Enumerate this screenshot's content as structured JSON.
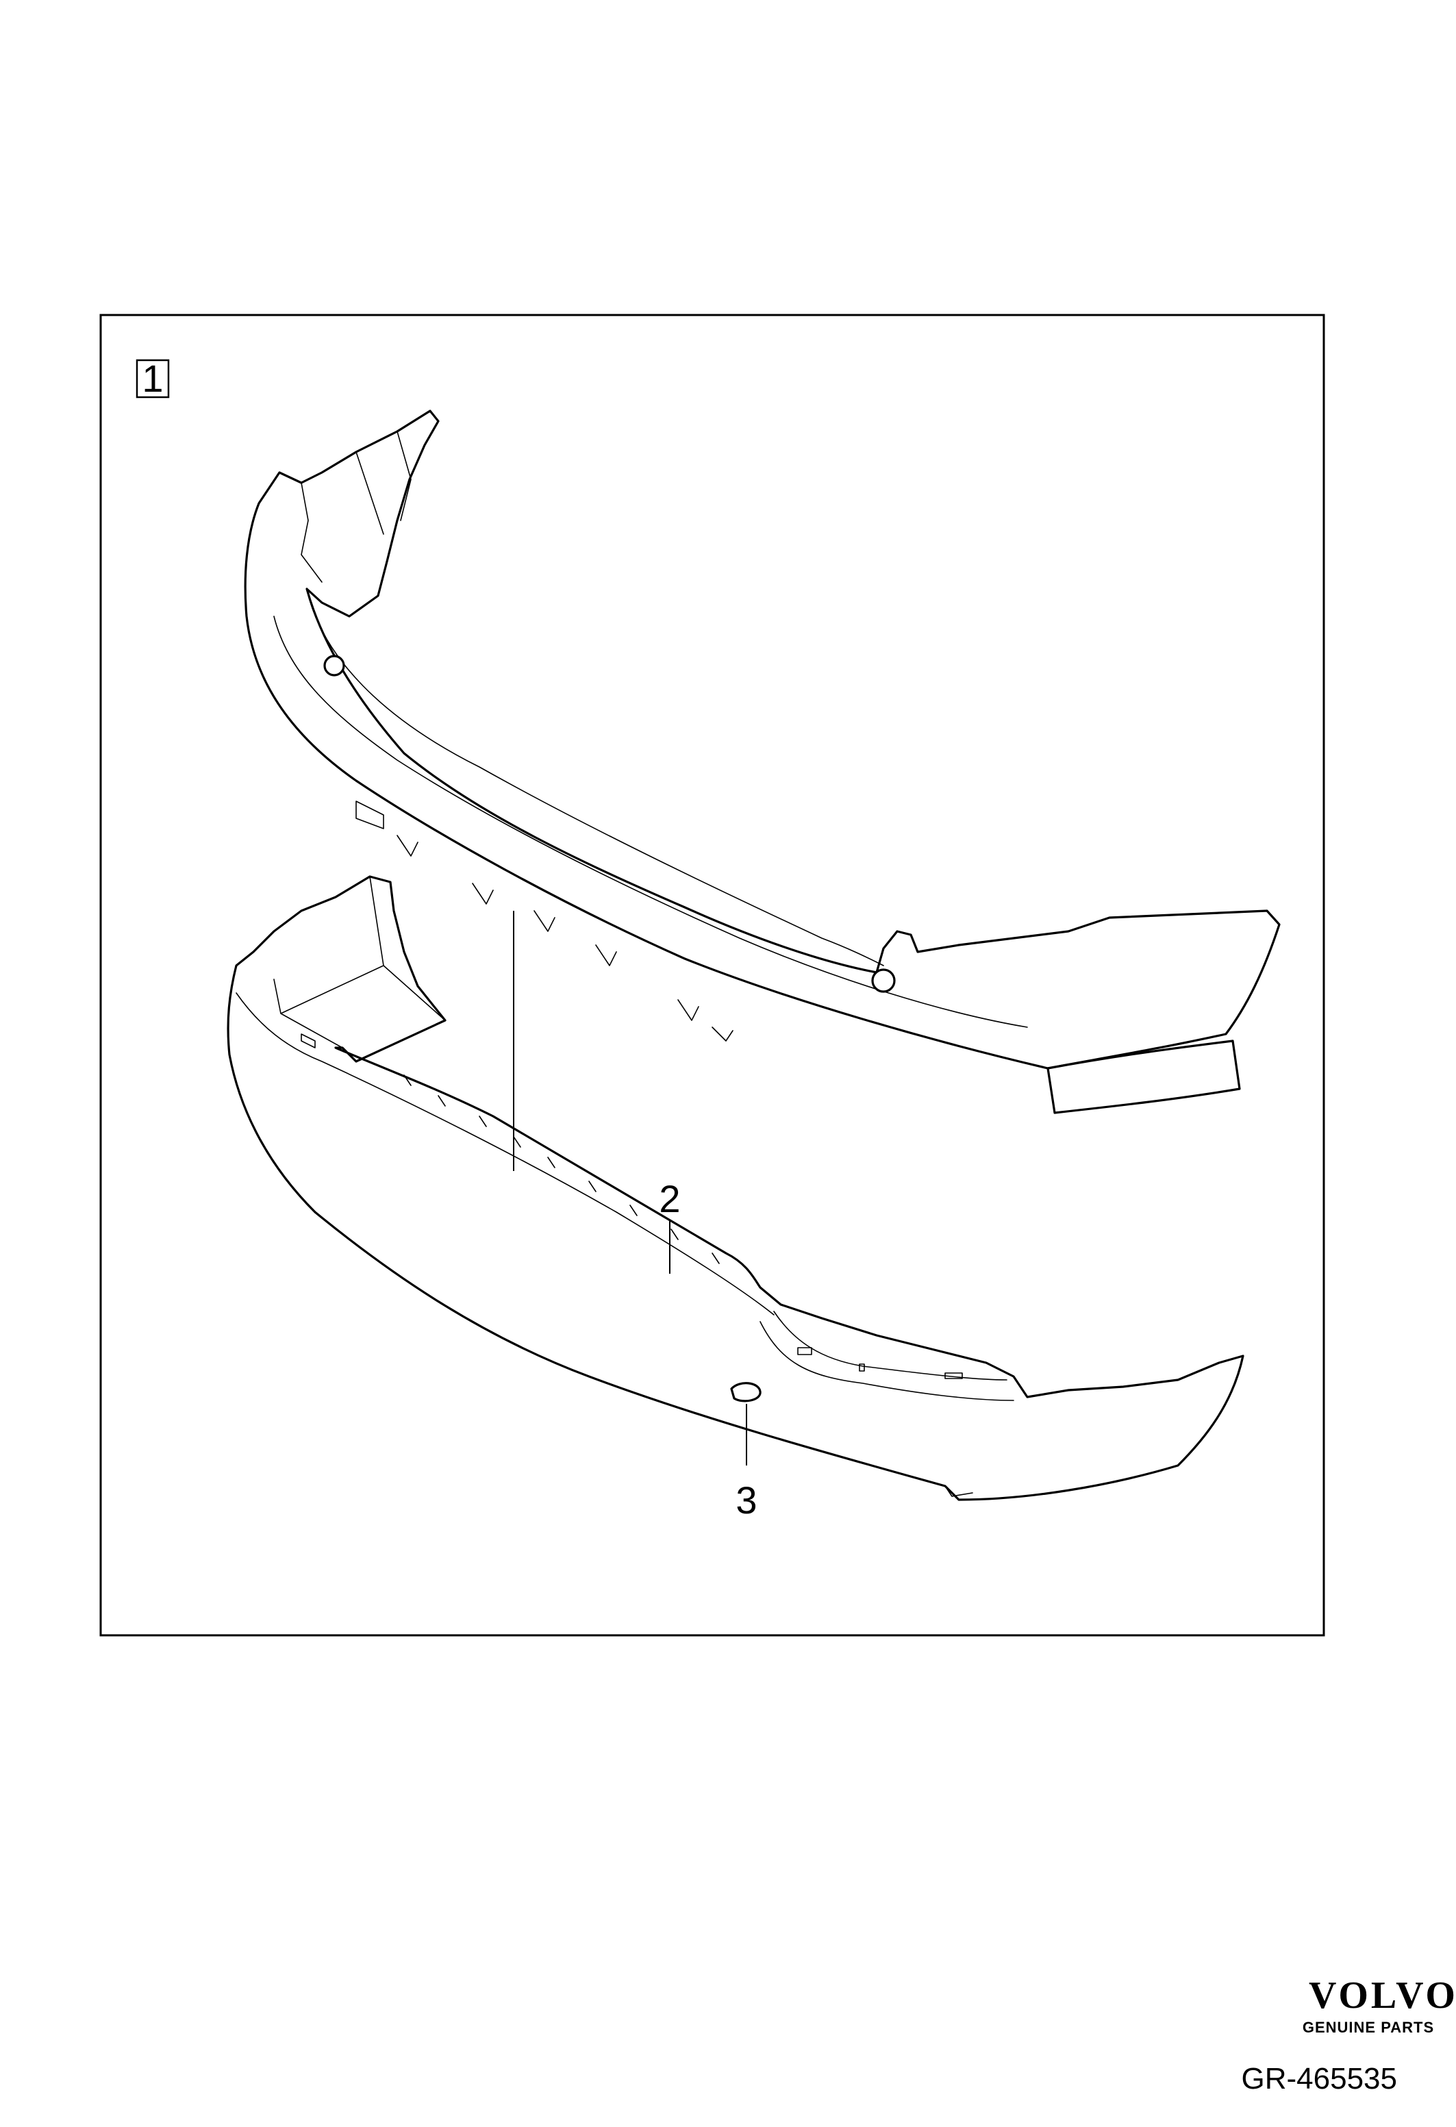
{
  "callouts": {
    "assembly": "1",
    "cover": "2",
    "cap": "3"
  },
  "brand": {
    "logo": "VOLVO",
    "subtitle": "GENUINE PARTS"
  },
  "reference": "GR-465535"
}
